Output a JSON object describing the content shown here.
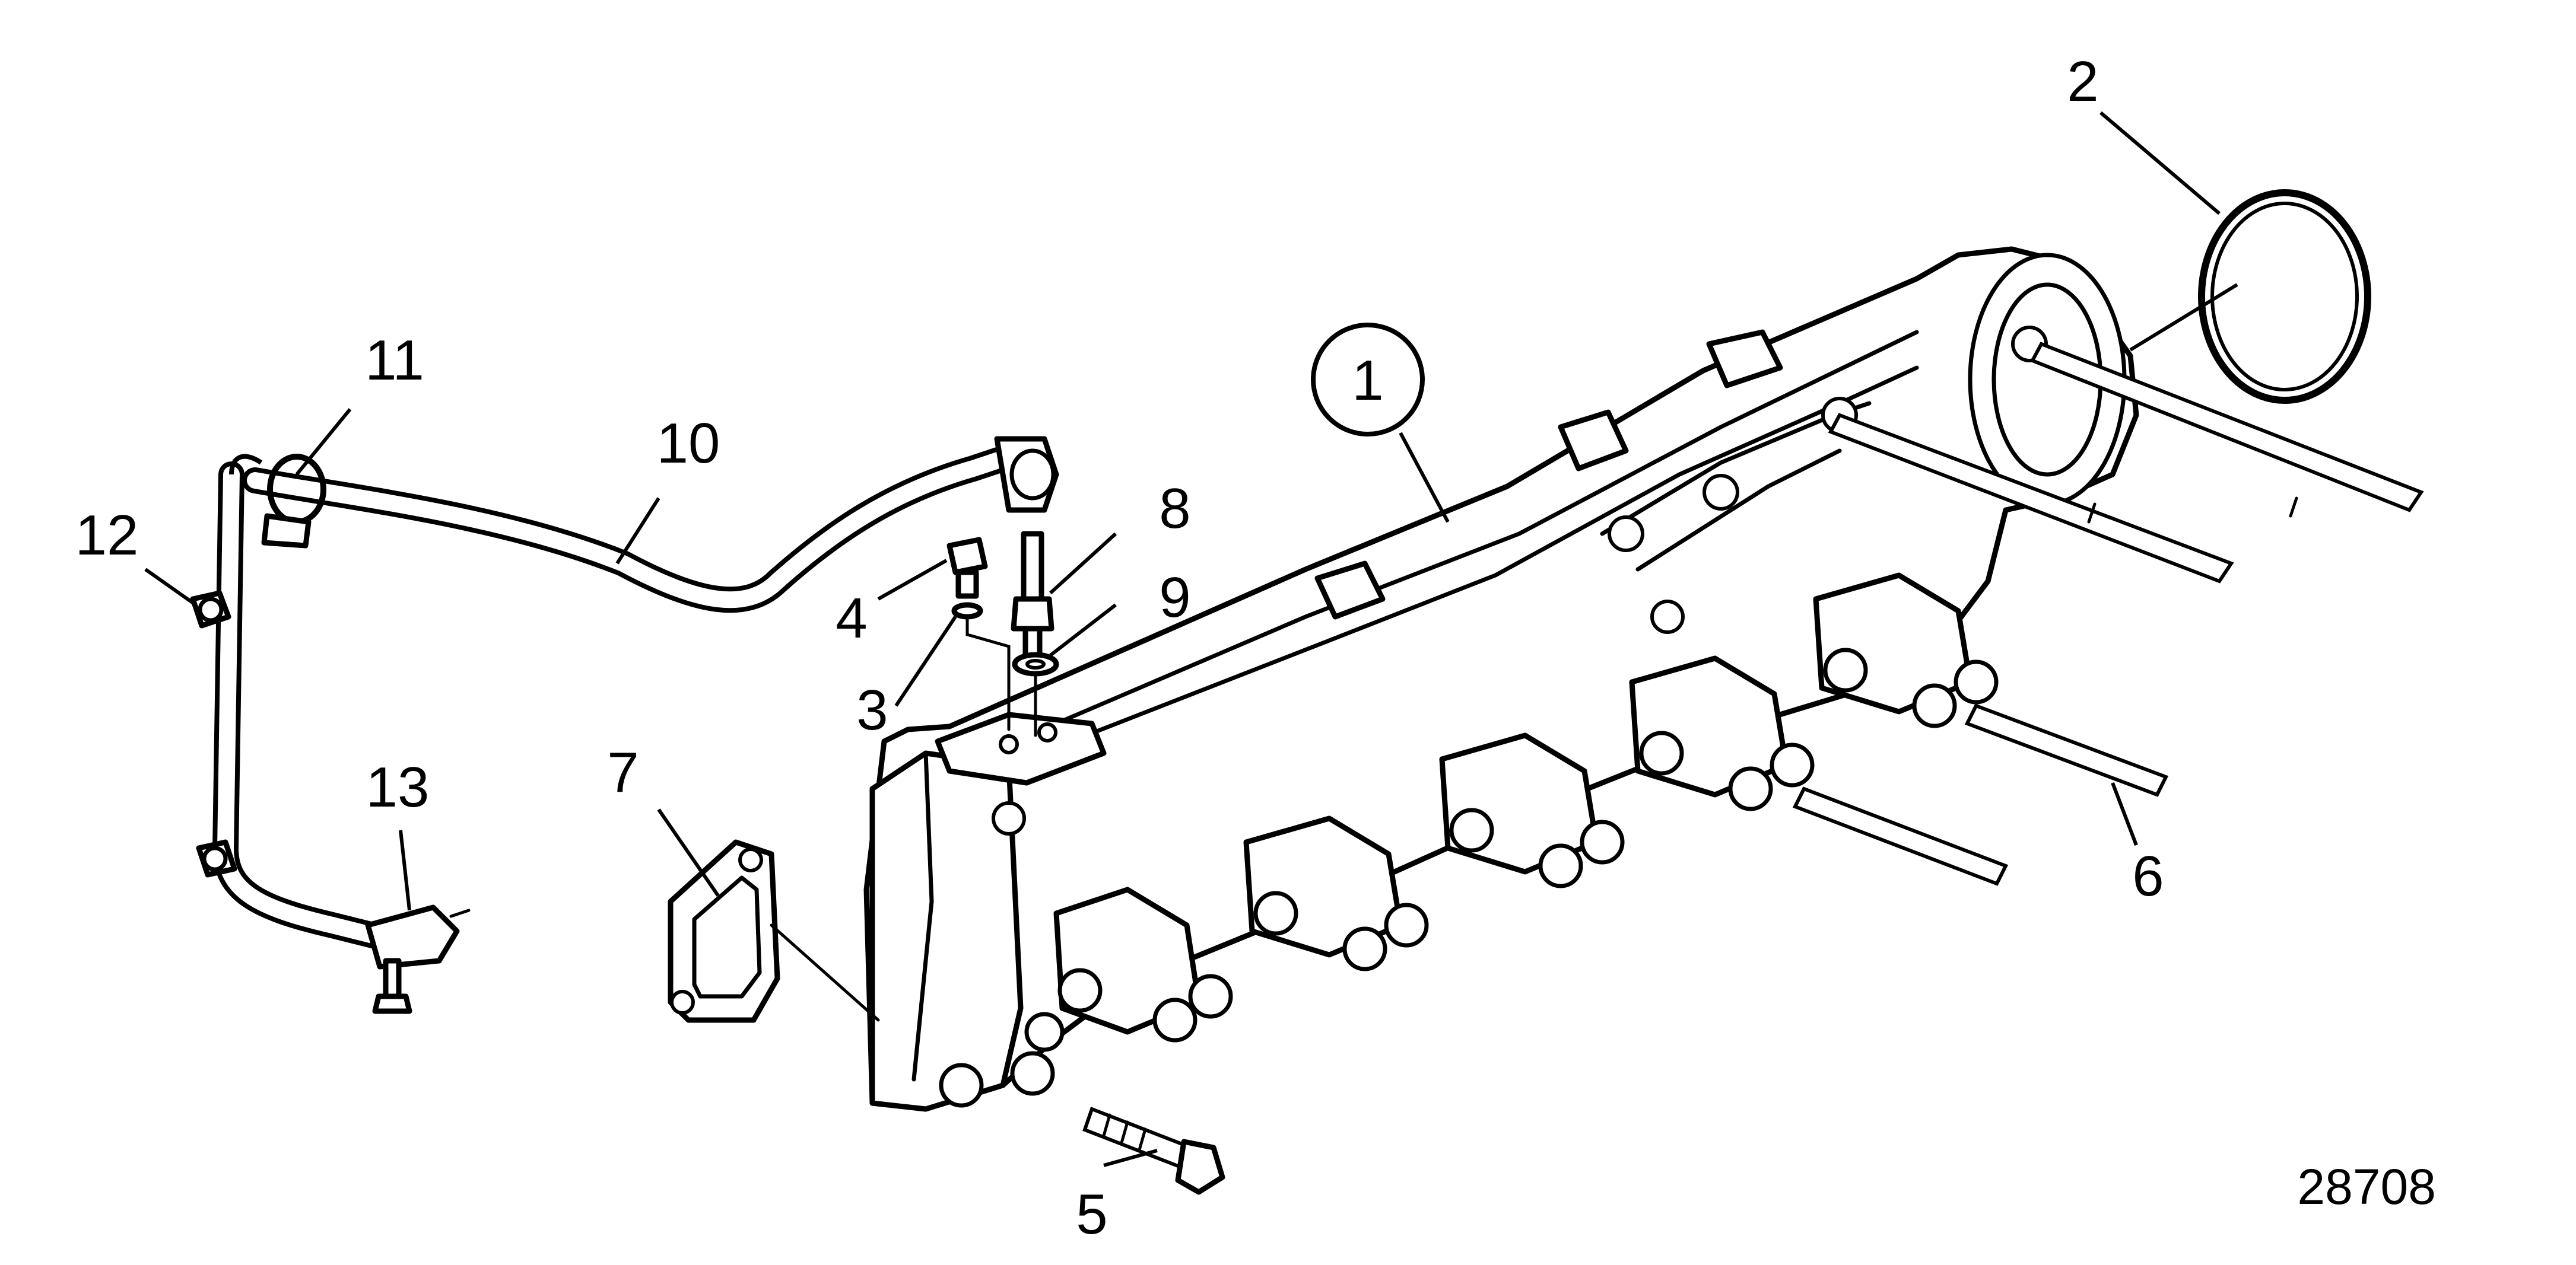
{
  "figure_number": "28708",
  "callouts": {
    "c1": "1",
    "c2": "2",
    "c3": "3",
    "c4": "4",
    "c5": "5",
    "c6": "6",
    "c7": "7",
    "c8": "8",
    "c9": "9",
    "c10": "10",
    "c11": "11",
    "c12": "12",
    "c13": "13"
  }
}
